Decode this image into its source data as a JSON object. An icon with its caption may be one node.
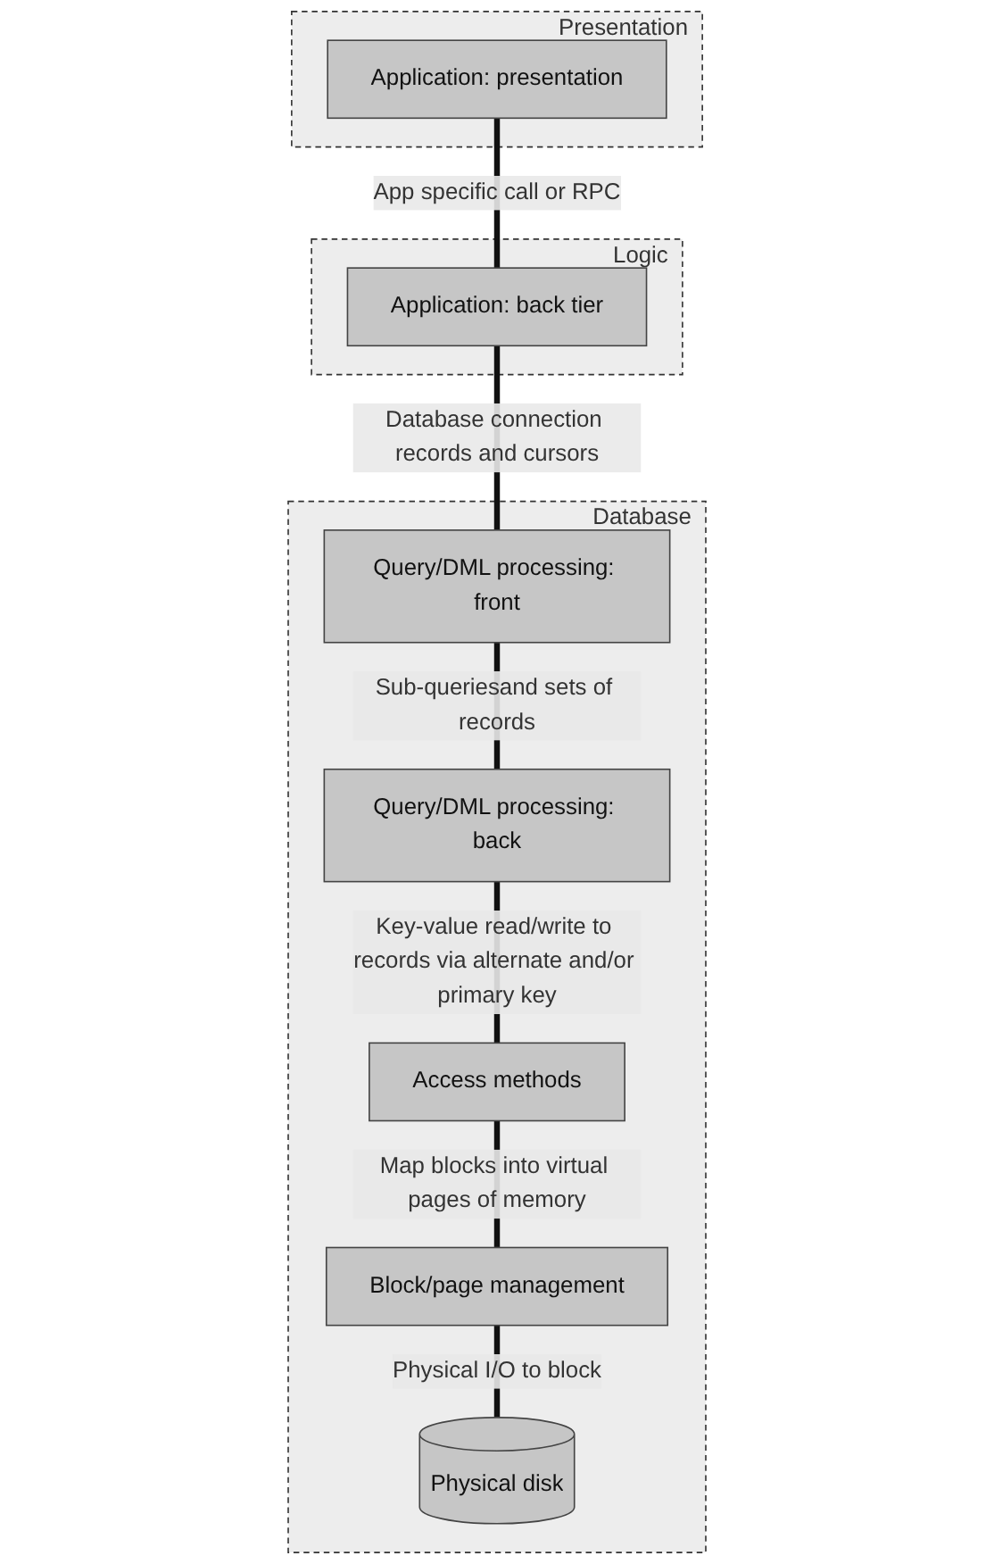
{
  "diagram": {
    "nodes": [
      {
        "text": [
          "Presentation"
        ]
      },
      {
        "text": [
          "Application: presentation"
        ],
        "in": 0
      },
      {
        "text": [
          "Logic"
        ]
      },
      {
        "text": [
          "Application: back tier"
        ],
        "in": 2
      },
      {
        "text": [
          "Database"
        ]
      },
      {
        "text": [
          "Query/DML processing: front"
        ],
        "in": 4
      },
      {
        "text": [
          "Query/DML processing: back"
        ],
        "in": 4
      },
      {
        "text": [
          "Access methods"
        ],
        "in": 4
      },
      {
        "text": [
          "Block/page management"
        ],
        "in": 4
      },
      {
        "text": [
          "Physical disk"
        ],
        "in": 4
      }
    ],
    "edges": [
      {
        "from": 1,
        "to": 3,
        "arrow": "none",
        "label": "App specific call or RPC"
      },
      {
        "from": 3,
        "to": 5,
        "arrow": "none",
        "label": "Database connection records and cursors"
      },
      {
        "from": 5,
        "to": 6,
        "arrow": "none",
        "label": "Sub-queriesand sets of records"
      },
      {
        "from": 6,
        "to": 7,
        "arrow": "none",
        "label": "Key-value read/write to records via alternate and/or primary key"
      },
      {
        "from": 7,
        "to": 8,
        "arrow": "none",
        "label": "Map blocks into virtual pages of memory"
      },
      {
        "from": 8,
        "to": 9,
        "arrow": "none",
        "label": "Physical I/O to block"
      }
    ]
  }
}
